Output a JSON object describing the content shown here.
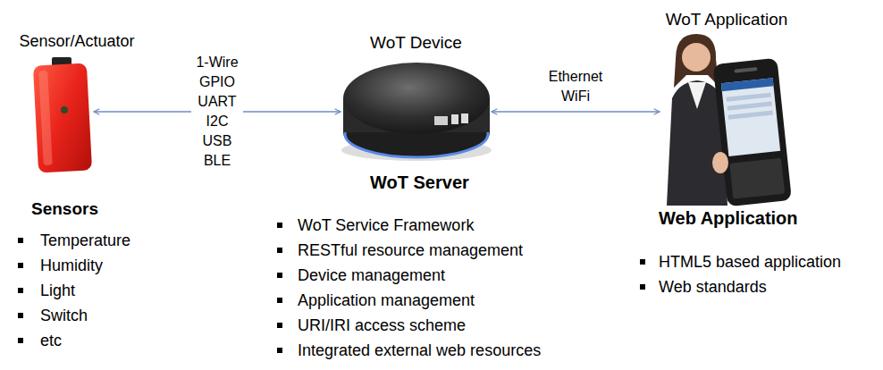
{
  "diagram": {
    "nodes": [
      {
        "text": [
          "Sensor/Actuator"
        ]
      },
      {
        "text": [
          "WoT Device"
        ]
      },
      {
        "text": [
          "WoT Application"
        ]
      }
    ],
    "edges": [
      {
        "from": 0,
        "to": 1,
        "arrow": "both",
        "label": "1-Wire GPIO UART I2C USB BLE"
      },
      {
        "from": 1,
        "to": 2,
        "arrow": "both",
        "label": "Ethernet WiFi"
      }
    ],
    "labels": [
      "Sensors",
      "Temperature",
      "Humidity",
      "Light",
      "Switch",
      "etc",
      "WoT Server",
      "WoT Service Framework",
      "RESTful resource management",
      "Device management",
      "Application management",
      "URI/IRI access scheme",
      "Integrated external web resources",
      "Web Application",
      "HTML5 based application",
      "Web standards"
    ]
  }
}
